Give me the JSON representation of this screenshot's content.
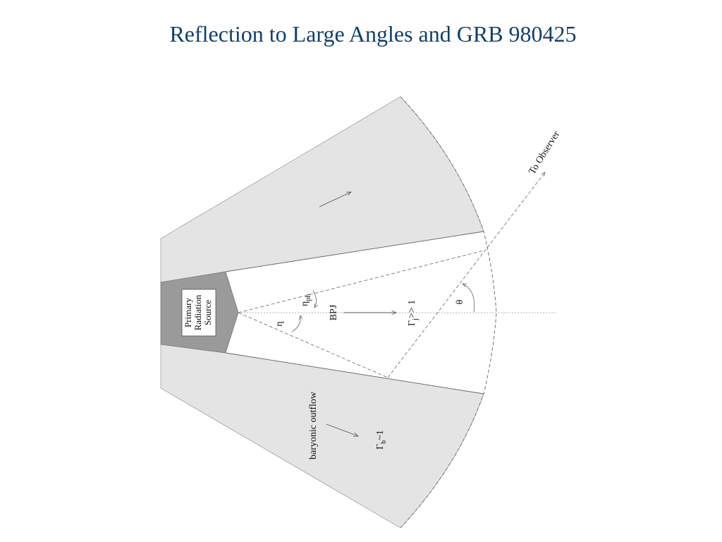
{
  "slide": {
    "title": "Reflection to Large Angles and GRB 980425"
  },
  "diagram": {
    "labels": {
      "source_line1": "Primary",
      "source_line2": "Radiation",
      "source_line3": "Source",
      "to_observer": "To Observer",
      "bpj": "BPJ",
      "eta": "η",
      "eta_ph": "η",
      "eta_ph_sub": "ph",
      "theta": "θ",
      "gamma_j": "Γ",
      "gamma_j_sub": "j",
      "gamma_j_rel": ">> 1",
      "baryonic_outflow": "baryonic outflow",
      "gamma_b": "Γ",
      "gamma_b_sub": "b",
      "gamma_b_rel": "~1"
    },
    "colors": {
      "outflow_fill": "#e4e4e4",
      "source_fill": "#9a9a9a",
      "title": "#123f6c",
      "lines": "#555555"
    }
  }
}
